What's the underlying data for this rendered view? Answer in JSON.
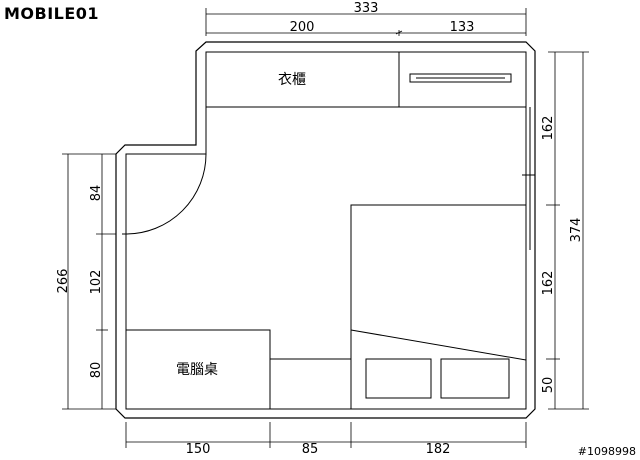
{
  "logo": {
    "text": "MOBILE01"
  },
  "watermark": "#1098998",
  "labels": {
    "wardrobe": "衣櫃",
    "desk": "電腦桌"
  },
  "dimensions": {
    "top_total": "333",
    "top_left": "200",
    "top_right": "133",
    "right_upper": "162",
    "right_total": "374",
    "right_middle": "162",
    "right_lower": "50",
    "left_total": "266",
    "left_upper": "84",
    "left_middle": "102",
    "left_lower": "80",
    "bottom_left": "150",
    "bottom_middle": "85",
    "bottom_right": "182"
  }
}
